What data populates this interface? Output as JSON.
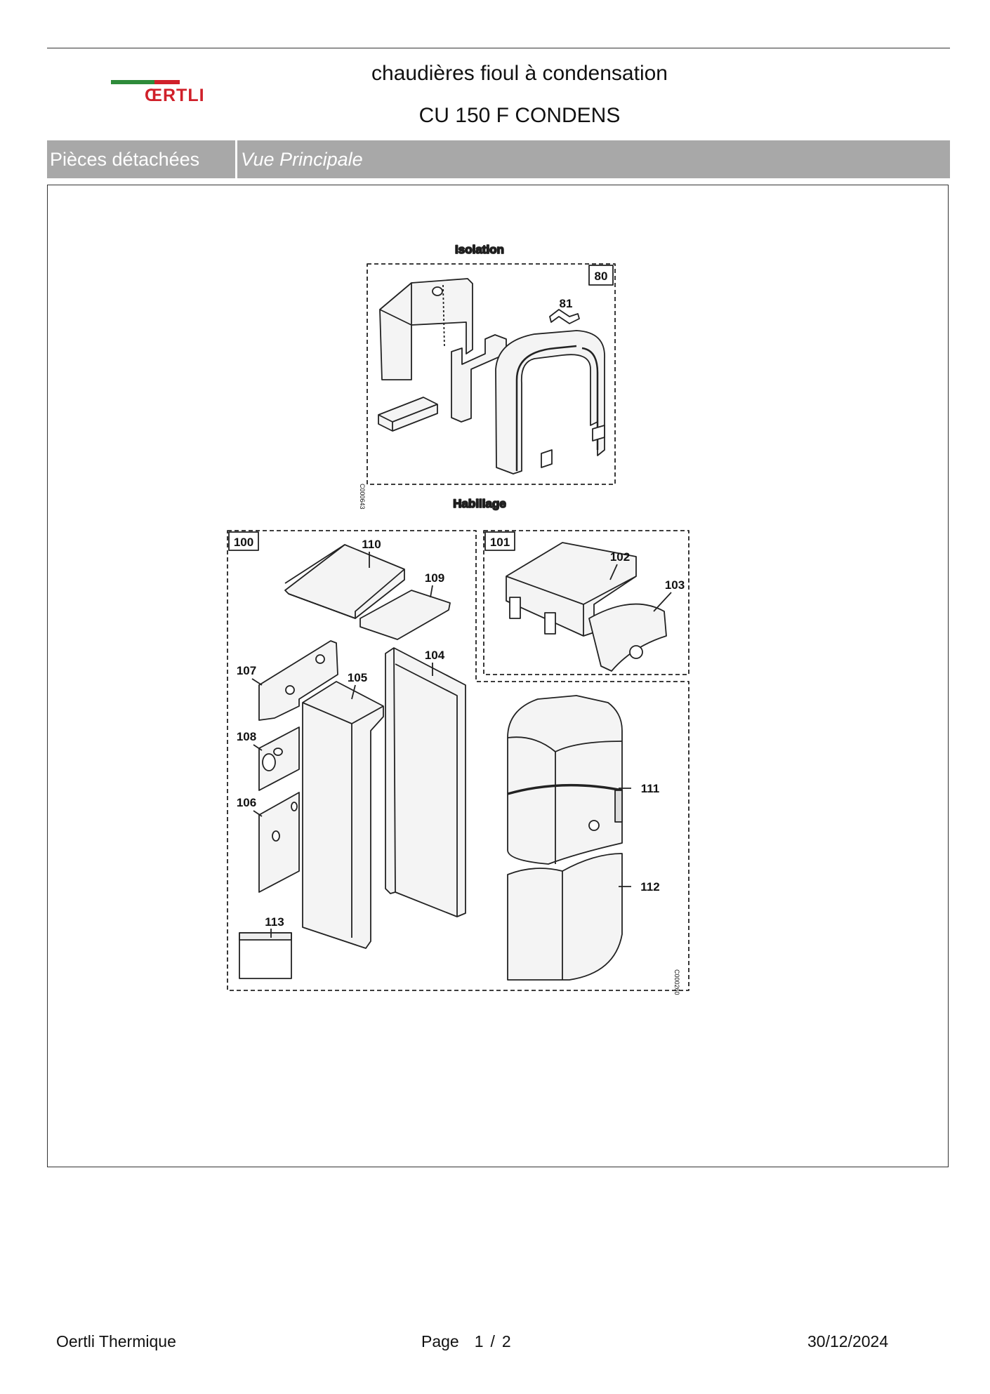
{
  "header": {
    "logo_text": "ŒRTLI",
    "title_line1": "chaudières fioul à condensation",
    "title_line2": "CU 150 F CONDENS"
  },
  "section": {
    "left_label": "Pièces détachées",
    "right_label": "Vue Principale"
  },
  "diagram": {
    "isolation_title": "Isolation",
    "habillage_title": "Habillage",
    "isolation_group": "80",
    "group_100": "100",
    "group_101": "101",
    "ref_isolation": "C000643",
    "ref_habillage": "C000260",
    "parts": {
      "p81": "81",
      "p102": "102",
      "p103": "103",
      "p104": "104",
      "p105": "105",
      "p106": "106",
      "p107": "107",
      "p108": "108",
      "p109": "109",
      "p110": "110",
      "p111": "111",
      "p112": "112",
      "p113": "113"
    }
  },
  "footer": {
    "company": "Oertli Thermique",
    "page_label": "Page",
    "page_current": "1",
    "page_separator": "/",
    "page_total": "2",
    "date": "30/12/2024"
  }
}
